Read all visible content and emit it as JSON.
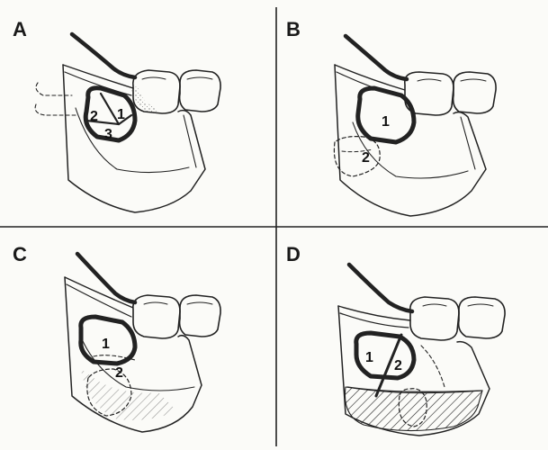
{
  "panels": [
    {
      "letter": "A",
      "regions": [
        "1",
        "2",
        "3"
      ]
    },
    {
      "letter": "B",
      "regions": [
        "1",
        "2"
      ]
    },
    {
      "letter": "C",
      "regions": [
        "1",
        "2"
      ]
    },
    {
      "letter": "D",
      "regions": [
        "1",
        "2"
      ]
    }
  ],
  "colors": {
    "ink": "#111111",
    "background": "#fbfbf8"
  }
}
